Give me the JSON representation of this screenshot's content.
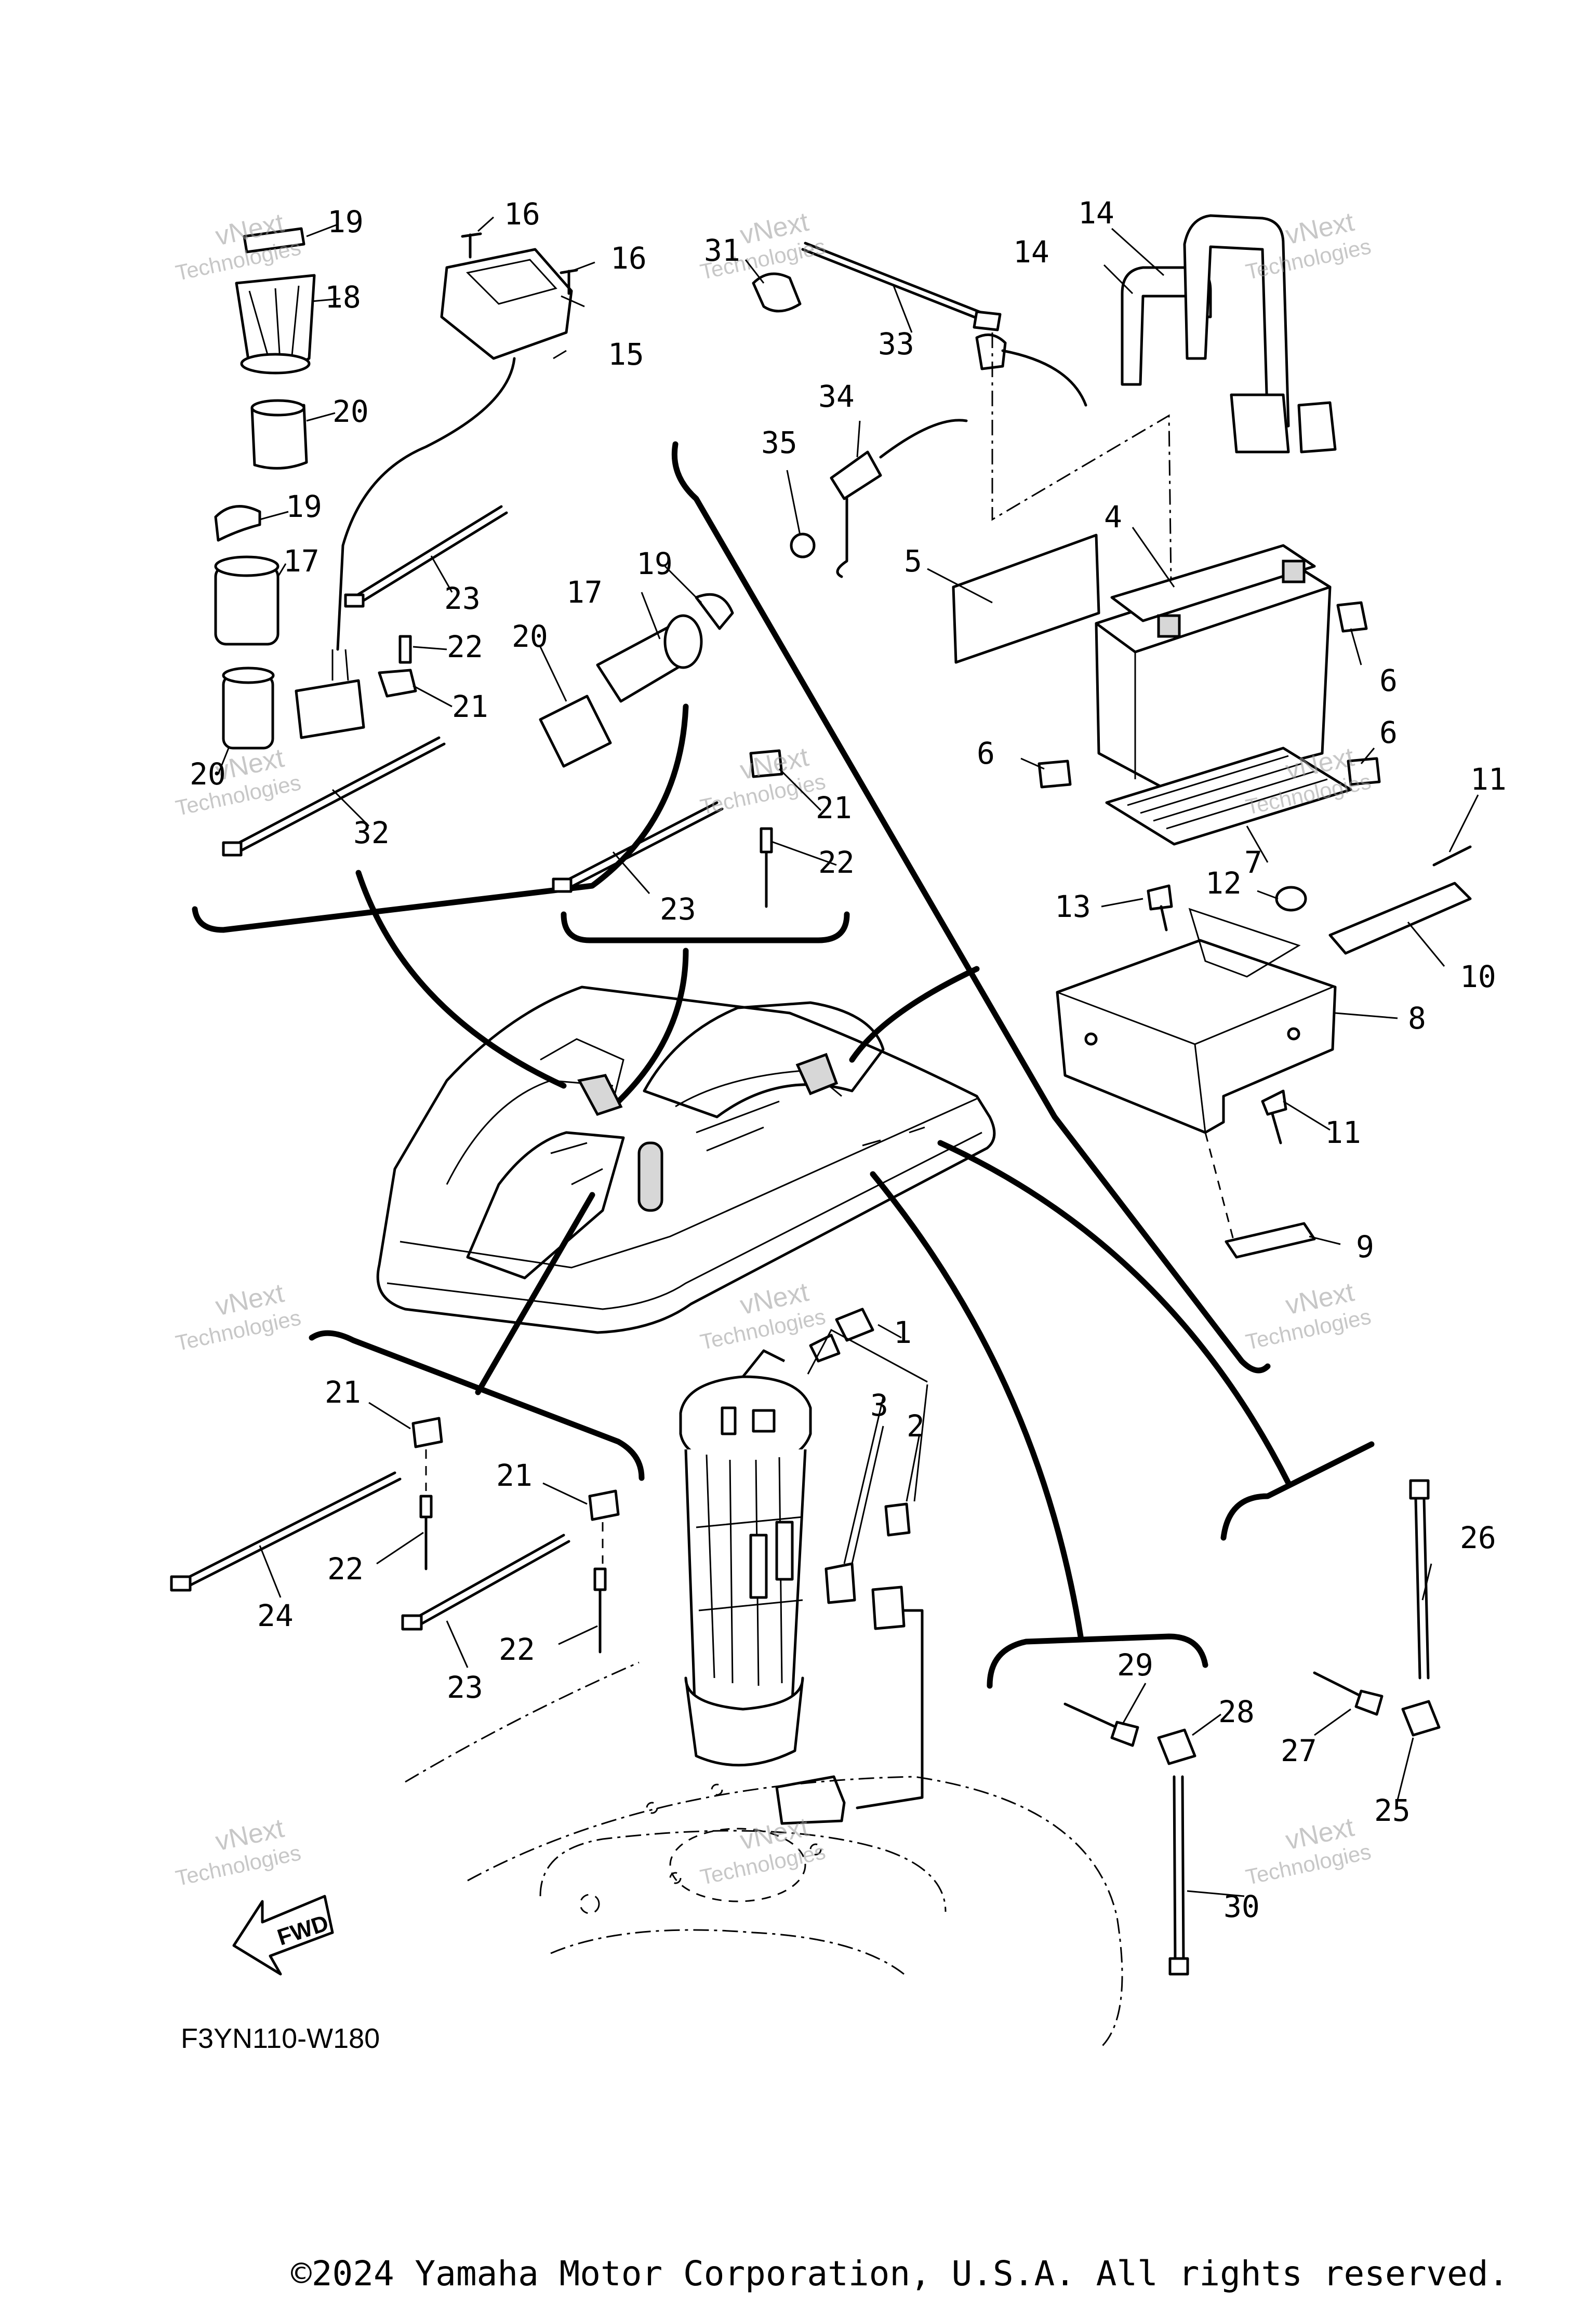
{
  "diagram": {
    "code": "F3YN110-W180",
    "forward_label": "FWD",
    "watermark_line1": "vNext",
    "watermark_line2": "Technologies",
    "callouts": [
      "1",
      "2",
      "3",
      "4",
      "5",
      "6",
      "7",
      "8",
      "9",
      "10",
      "11",
      "12",
      "13",
      "14",
      "15",
      "16",
      "17",
      "18",
      "19",
      "20",
      "21",
      "22",
      "23",
      "24",
      "25",
      "26",
      "27",
      "28",
      "29",
      "30",
      "31",
      "32",
      "33",
      "34",
      "35"
    ]
  },
  "footer": {
    "copyright": "©2024 Yamaha Motor Corporation, U.S.A. All rights reserved."
  }
}
